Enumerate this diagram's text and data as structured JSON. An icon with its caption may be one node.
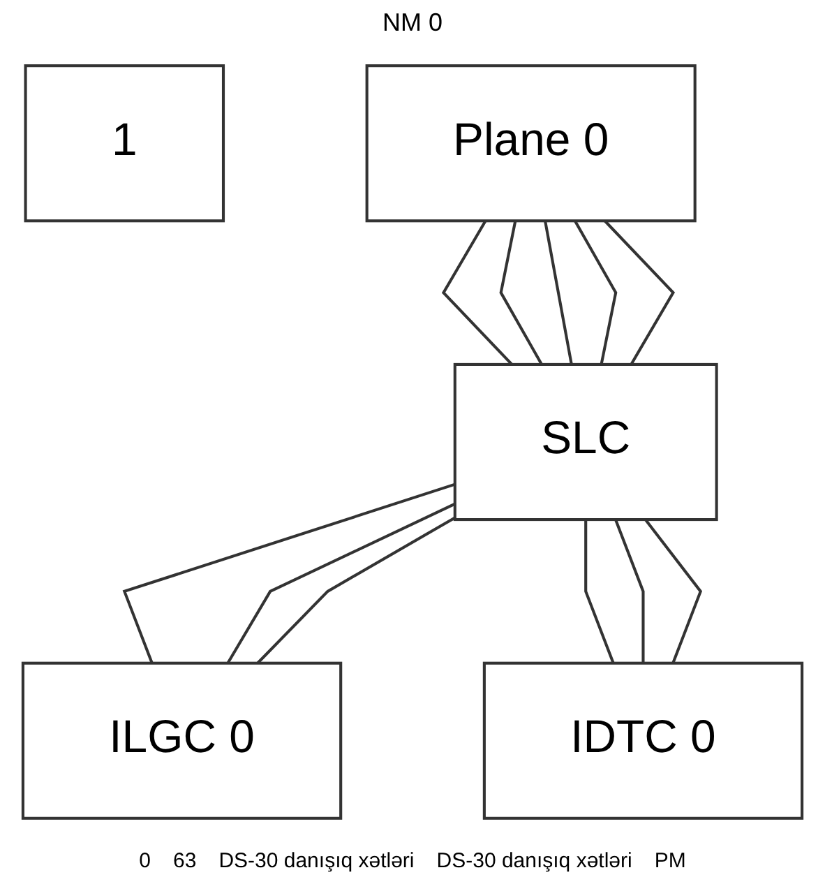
{
  "diagram": {
    "nodes": [
      {
        "text": [
          "1"
        ]
      },
      {
        "text": [
          "Plane 0"
        ]
      },
      {
        "text": [
          "SLC"
        ]
      },
      {
        "text": [
          "ILGC 0"
        ]
      },
      {
        "text": [
          "IDTC 0"
        ]
      }
    ],
    "edges": [
      {
        "from": 1,
        "to": 2,
        "arrow": "none"
      },
      {
        "from": 1,
        "to": 2,
        "arrow": "none"
      },
      {
        "from": 1,
        "to": 2,
        "arrow": "none"
      },
      {
        "from": 1,
        "to": 2,
        "arrow": "none"
      },
      {
        "from": 1,
        "to": 2,
        "arrow": "none"
      },
      {
        "from": 2,
        "to": 3,
        "arrow": "none"
      },
      {
        "from": 2,
        "to": 3,
        "arrow": "none"
      },
      {
        "from": 2,
        "to": 3,
        "arrow": "none"
      },
      {
        "from": 2,
        "to": 4,
        "arrow": "none"
      },
      {
        "from": 2,
        "to": 4,
        "arrow": "none"
      },
      {
        "from": 2,
        "to": 4,
        "arrow": "none"
      }
    ],
    "labels": [
      "NM 0",
      "0",
      "63",
      "DS-30 danışıq xətləri",
      "DS-30 danışıq xətləri",
      "PM"
    ]
  }
}
